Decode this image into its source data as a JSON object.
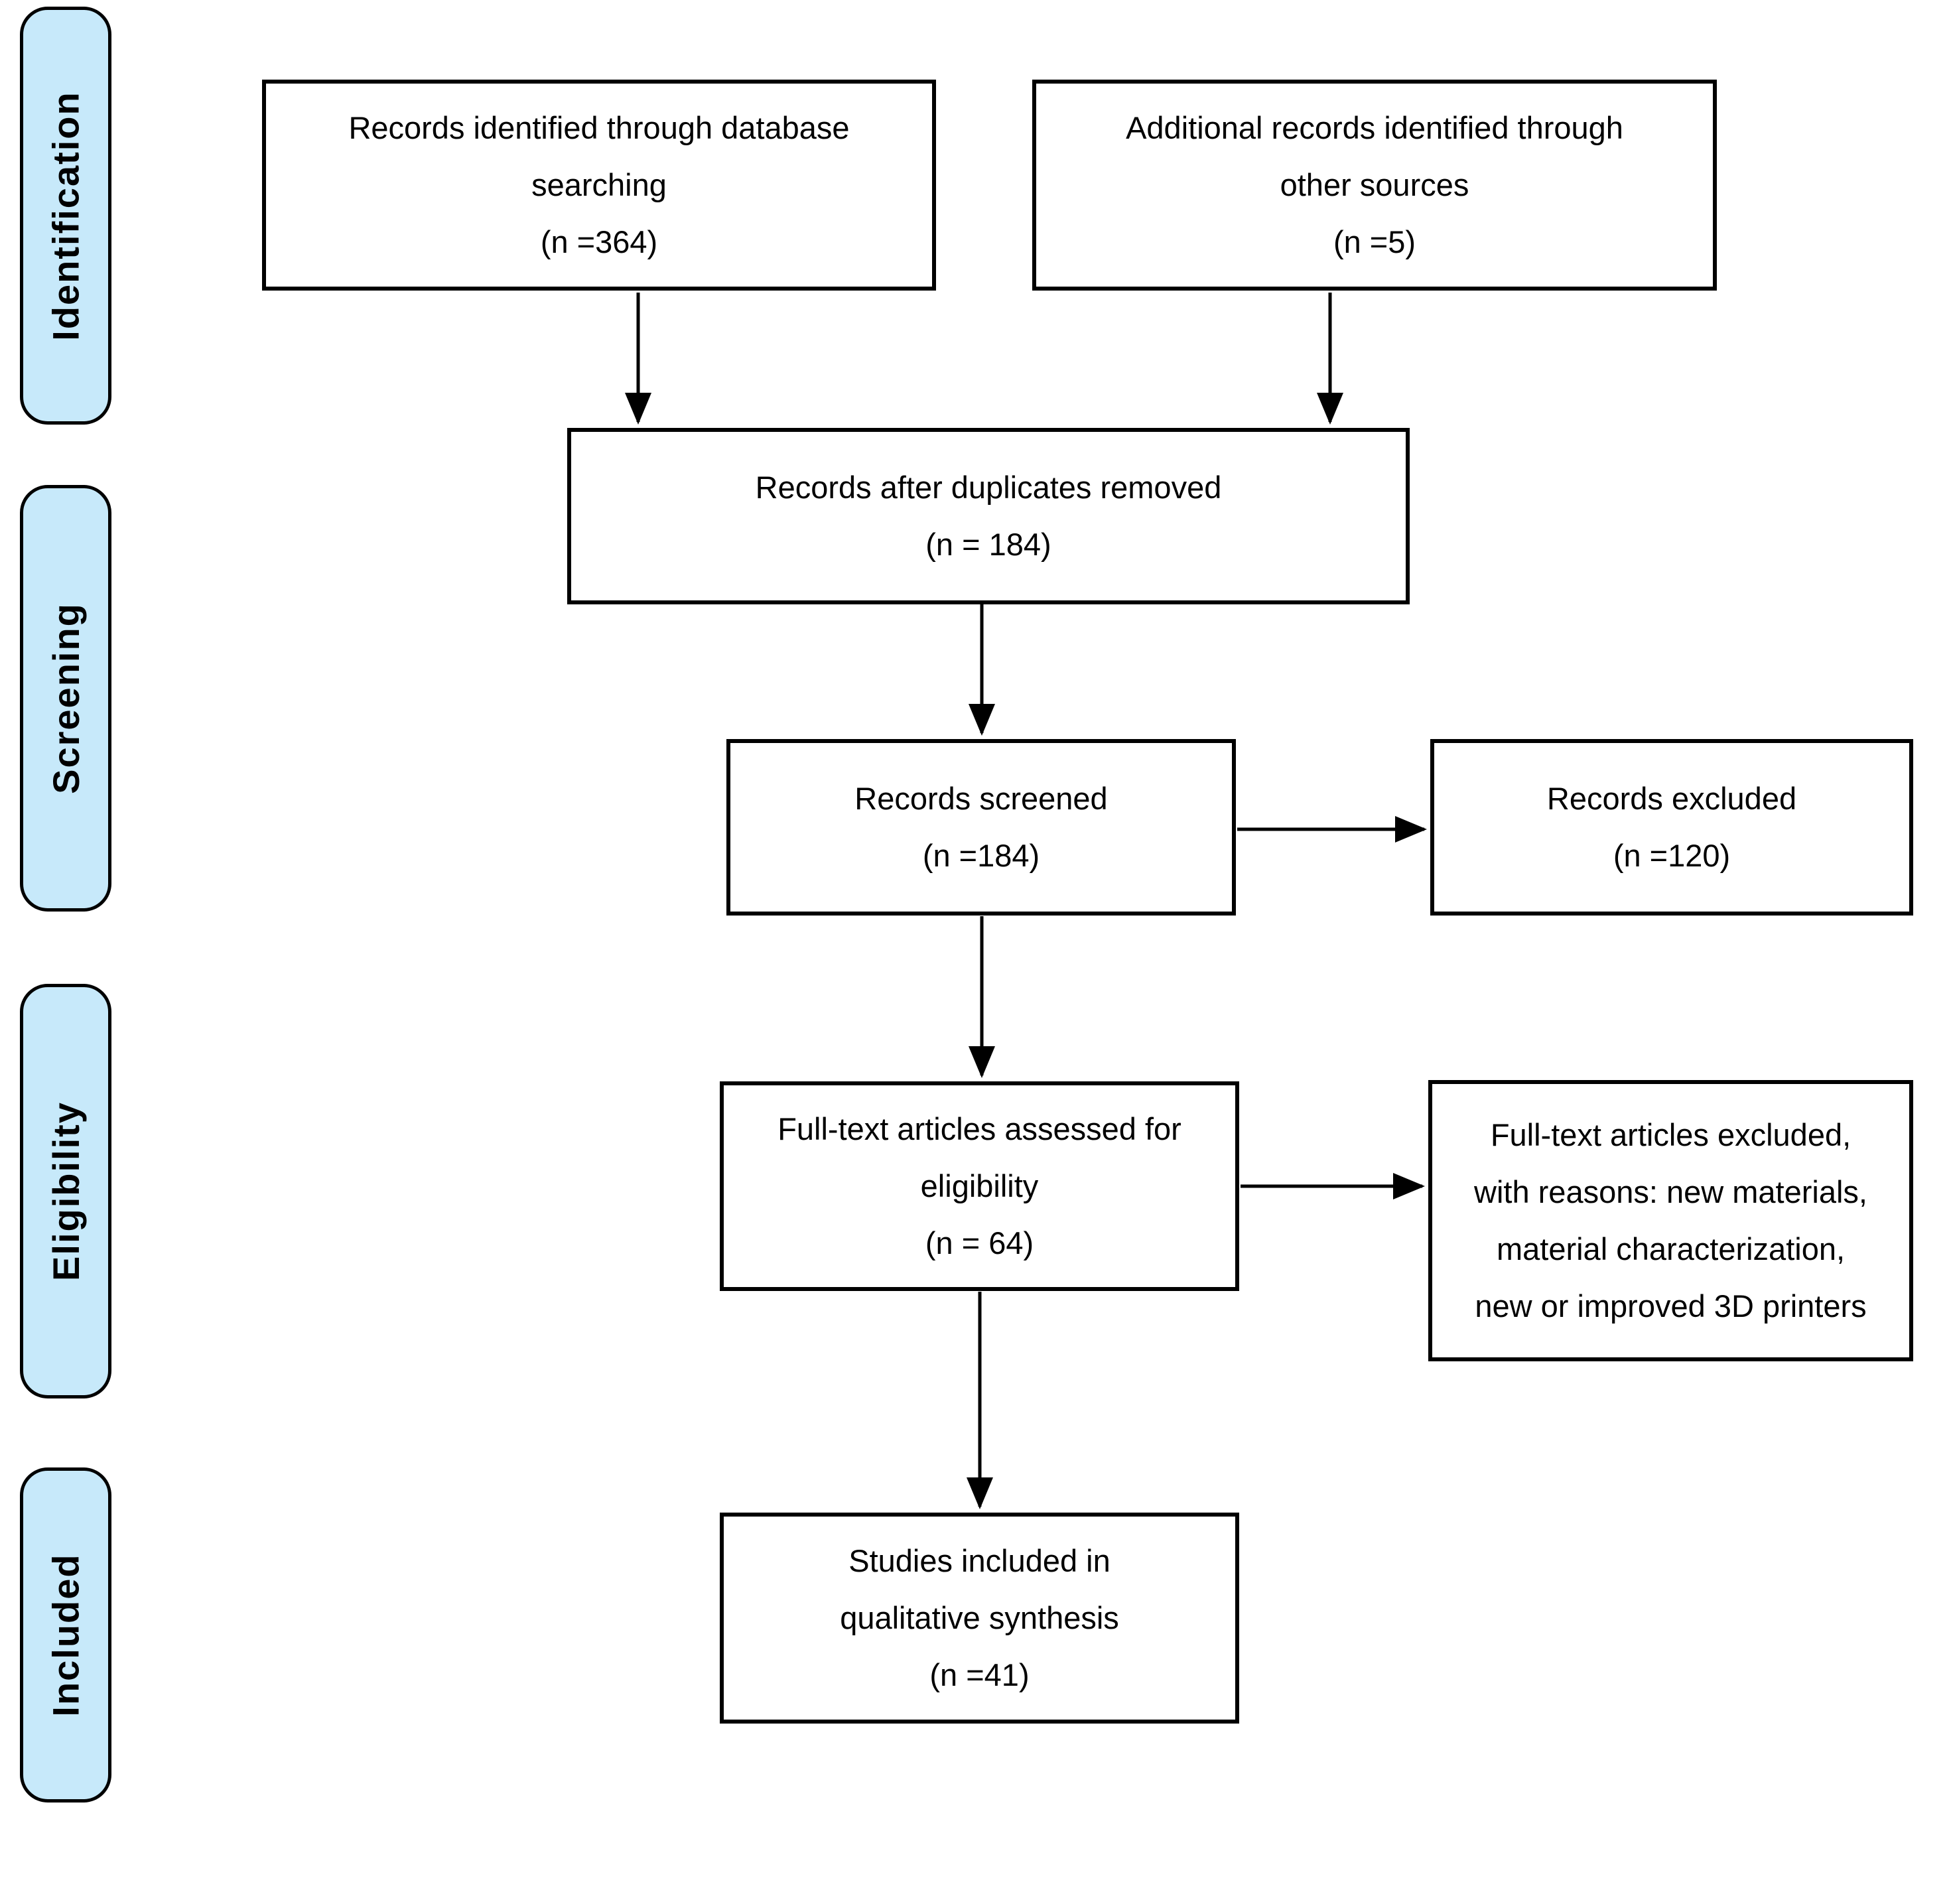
{
  "diagram": {
    "type": "prisma-flow-diagram",
    "stages": [
      {
        "label": "Identification"
      },
      {
        "label": "Screening"
      },
      {
        "label": "Eligibility"
      },
      {
        "label": "Included"
      }
    ],
    "boxes": {
      "db_search": {
        "lines": [
          "Records identified through database",
          "searching",
          "(n =364)"
        ]
      },
      "other_sources": {
        "lines": [
          "Additional records identified through",
          "other sources",
          "(n =5)"
        ]
      },
      "after_duplicates": {
        "lines": [
          "Records after duplicates removed",
          "(n = 184)"
        ]
      },
      "screened": {
        "lines": [
          "Records screened",
          "(n =184)"
        ]
      },
      "excluded": {
        "lines": [
          "Records excluded",
          "(n =120)"
        ]
      },
      "fulltext_assessed": {
        "lines": [
          "Full-text articles assessed for",
          "eligibility",
          "(n = 64)"
        ]
      },
      "fulltext_excluded": {
        "lines": [
          "Full-text articles excluded,",
          "with reasons: new materials,",
          "material characterization,",
          "new or improved 3D printers"
        ]
      },
      "included_qualitative": {
        "lines": [
          "Studies included in",
          "qualitative synthesis",
          "(n =41)"
        ]
      }
    },
    "colors": {
      "stage_fill": "#c7e9fa",
      "border": "#000000",
      "background": "#ffffff"
    }
  }
}
